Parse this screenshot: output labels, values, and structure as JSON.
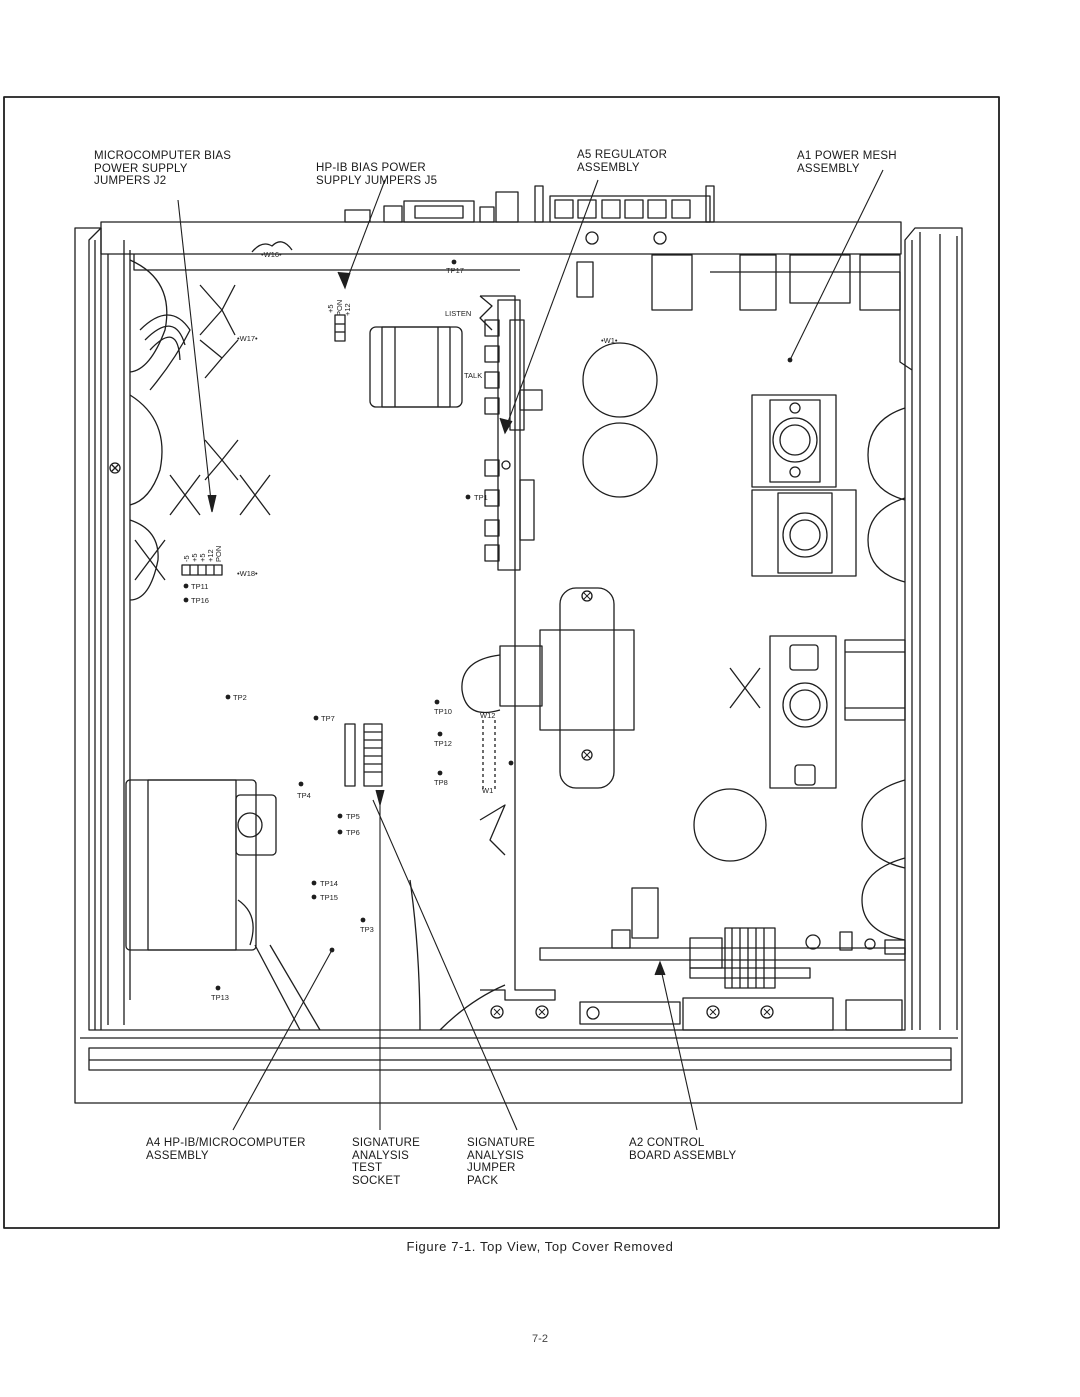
{
  "callouts": {
    "microcomputer_bias": "MICROCOMPUTER BIAS\nPOWER SUPPLY\nJUMPERS J2",
    "hpib_bias": "HP-IB BIAS POWER\nSUPPLY JUMPERS J5",
    "a5_regulator": "A5 REGULATOR\nASSEMBLY",
    "a1_power_mesh": "A1 POWER MESH\nASSEMBLY",
    "a4_assembly": "A4 HP-IB/MICROCOMPUTER\nASSEMBLY",
    "sig_test_socket": "SIGNATURE\nANALYSIS\nTEST\nSOCKET",
    "sig_jumper_pack": "SIGNATURE\nANALYSIS\nJUMPER\nPACK",
    "a2_control": "A2 CONTROL\nBOARD ASSEMBLY"
  },
  "board_labels": {
    "w16": "•W16•",
    "w17": "•W17•",
    "w18": "•W18•",
    "w1": "•W1•",
    "w12": "W12",
    "w1_pack": "W1",
    "listen": "LISTEN",
    "talk": "TALK",
    "j5_plus5": "+5",
    "j5_pon": "PON",
    "j5_plus12": "+12",
    "j2_m5": "-5",
    "j2_plus5": "+5",
    "j2_plus12": "+12",
    "j2_pon": "PON"
  },
  "test_points": {
    "tp1": "TP1",
    "tp2": "TP2",
    "tp3": "TP3",
    "tp4": "TP4",
    "tp5": "TP5",
    "tp6": "TP6",
    "tp7": "TP7",
    "tp8": "TP8",
    "tp10": "TP10",
    "tp11": "TP11",
    "tp12": "TP12",
    "tp13": "TP13",
    "tp14": "TP14",
    "tp15": "TP15",
    "tp16": "TP16",
    "tp17": "TP17"
  },
  "caption": "Figure 7-1.   Top View, Top Cover Removed",
  "page_number": "7-2"
}
